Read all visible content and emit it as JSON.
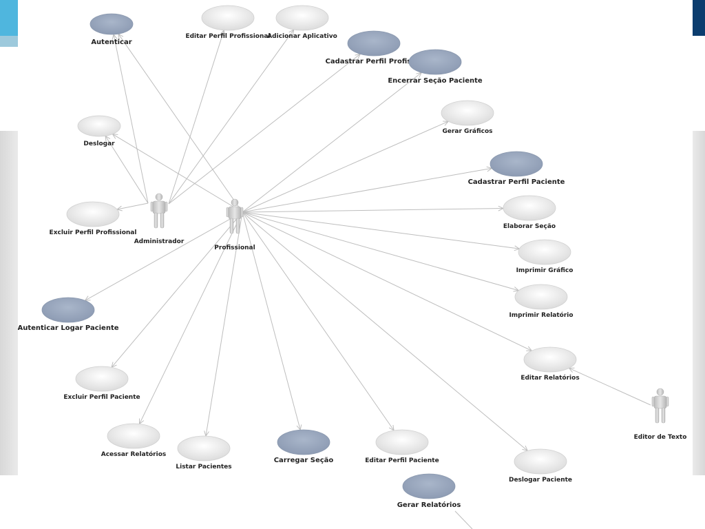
{
  "actors": [
    {
      "id": "administrador",
      "label": "Administrador"
    },
    {
      "id": "profissional",
      "label": "Profissional"
    },
    {
      "id": "editor",
      "label": "Editor de Texto"
    }
  ],
  "usecases": [
    {
      "id": "autenticar",
      "label": "Autenticar",
      "type": "dark"
    },
    {
      "id": "editar_perfil_prof",
      "label": "Editar Perfil Profissional",
      "type": "light"
    },
    {
      "id": "adicionar_app",
      "label": "Adicionar Aplicativo",
      "type": "light"
    },
    {
      "id": "cadastrar_perfil_prof",
      "label": "Cadastrar Perfil Profissio",
      "type": "dark"
    },
    {
      "id": "encerrar_secao",
      "label": "Encerrar Seção Paciente",
      "type": "dark"
    },
    {
      "id": "deslogar",
      "label": "Deslogar",
      "type": "light"
    },
    {
      "id": "gerar_graficos",
      "label": "Gerar Gráficos",
      "type": "light"
    },
    {
      "id": "cadastrar_perfil_paciente",
      "label": "Cadastrar Perfil Paciente",
      "type": "dark"
    },
    {
      "id": "excluir_perfil_prof",
      "label": "Excluir Perfil Profissional",
      "type": "light"
    },
    {
      "id": "elaborar_secao",
      "label": "Elaborar Seção",
      "type": "light"
    },
    {
      "id": "imprimir_grafico",
      "label": "Imprimir Gráfico",
      "type": "light"
    },
    {
      "id": "autenticar_logar_paciente",
      "label": "Autenticar Logar Paciente",
      "type": "dark"
    },
    {
      "id": "imprimir_relatorio",
      "label": "Imprimir Relatório",
      "type": "light"
    },
    {
      "id": "editar_relatorios",
      "label": "Editar Relatórios",
      "type": "light"
    },
    {
      "id": "excluir_perfil_paciente",
      "label": "Excluir Perfil Paciente",
      "type": "light"
    },
    {
      "id": "acessar_relatorios",
      "label": "Acessar Relatórios",
      "type": "light"
    },
    {
      "id": "listar_pacientes",
      "label": "Listar Pacientes",
      "type": "light"
    },
    {
      "id": "carregar_secao",
      "label": "Carregar Seção",
      "type": "dark"
    },
    {
      "id": "editar_perfil_paciente",
      "label": "Editar Perfil Paciente",
      "type": "light"
    },
    {
      "id": "deslogar_paciente",
      "label": "Deslogar Paciente",
      "type": "light"
    },
    {
      "id": "gerar_relatorios",
      "label": "Gerar Relatórios",
      "type": "dark"
    }
  ],
  "edges": [
    [
      "administrador",
      "autenticar"
    ],
    [
      "administrador",
      "editar_perfil_prof"
    ],
    [
      "administrador",
      "adicionar_app"
    ],
    [
      "administrador",
      "cadastrar_perfil_prof"
    ],
    [
      "administrador",
      "deslogar"
    ],
    [
      "administrador",
      "excluir_perfil_prof"
    ],
    [
      "profissional",
      "autenticar"
    ],
    [
      "profissional",
      "deslogar"
    ],
    [
      "profissional",
      "encerrar_secao"
    ],
    [
      "profissional",
      "gerar_graficos"
    ],
    [
      "profissional",
      "cadastrar_perfil_paciente"
    ],
    [
      "profissional",
      "elaborar_secao"
    ],
    [
      "profissional",
      "imprimir_grafico"
    ],
    [
      "profissional",
      "imprimir_relatorio"
    ],
    [
      "profissional",
      "editar_relatorios"
    ],
    [
      "profissional",
      "autenticar_logar_paciente"
    ],
    [
      "profissional",
      "excluir_perfil_paciente"
    ],
    [
      "profissional",
      "acessar_relatorios"
    ],
    [
      "profissional",
      "listar_pacientes"
    ],
    [
      "profissional",
      "carregar_secao"
    ],
    [
      "profissional",
      "editar_perfil_paciente"
    ],
    [
      "profissional",
      "deslogar_paciente"
    ],
    [
      "editor",
      "editar_relatorios"
    ]
  ],
  "colors": {
    "dark_fill": "#98a6bd",
    "light_fill": "#eeeeee",
    "edge": "#bdbdbd",
    "actor": "#c8c8c8"
  }
}
